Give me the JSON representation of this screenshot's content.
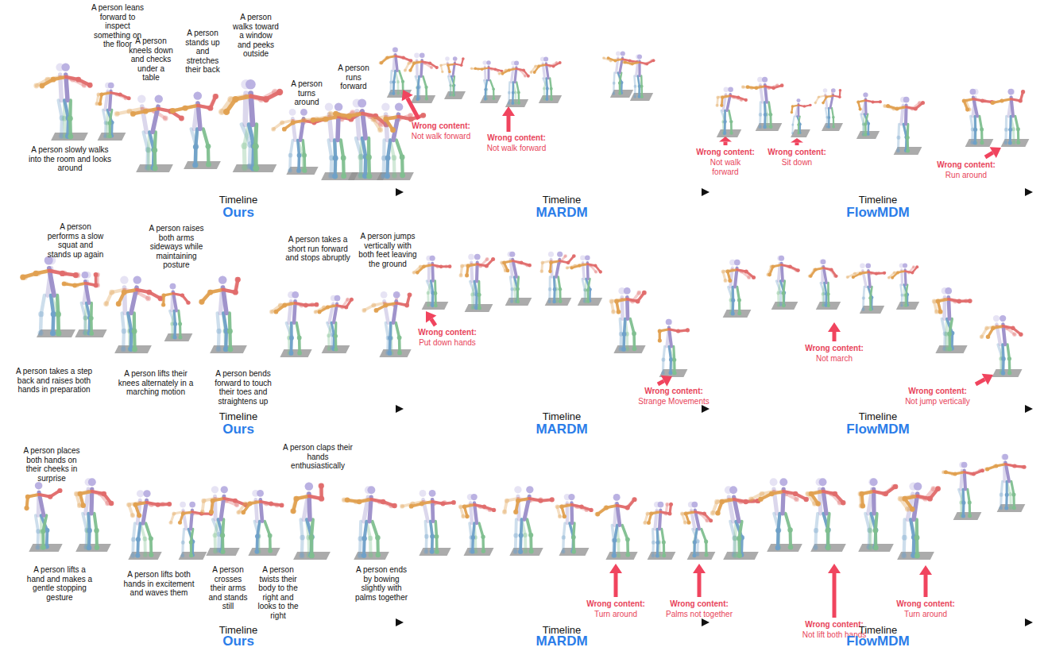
{
  "diagram": {
    "labels": [
      "A person leans forward to inspect something on the floor",
      "A person kneels down and checks under a table",
      "A person stands up and stretches their back",
      "A person walks toward a window and peeks outside",
      "A person turns around",
      "A person runs forward",
      "A person slowly walks into the room and looks around",
      "Wrong content:",
      "Not walk forward",
      "Wrong content:",
      "Not walk forward",
      "Wrong content:",
      "Not walk forward",
      "Wrong content:",
      "Sit down",
      "Wrong content:",
      "Run around",
      "Timeline",
      "Ours",
      "Timeline",
      "MARDM",
      "Timeline",
      "FlowMDM",
      "A person performs a slow squat and stands up again",
      "A person raises both arms sideways while maintaining posture",
      "A person takes a short run forward and stops abruptly",
      "A person jumps vertically with both feet leaving the ground",
      "A person takes a step back and raises both hands in preparation",
      "A person lifts their knees alternately in a marching motion",
      "A person bends forward to touch their toes and straightens up",
      "Wrong content:",
      "Put down hands",
      "Wrong content:",
      "Strange Movements",
      "Wrong content:",
      "Not march",
      "Wrong content:",
      "Not jump vertically",
      "Timeline",
      "Ours",
      "Timeline",
      "MARDM",
      "Timeline",
      "FlowMDM",
      "A person places both hands on their cheeks in surprise",
      "A person claps their hands enthusiastically",
      "A person lifts a hand and makes a gentle stopping gesture",
      "A person lifts both hands in excitement and waves them",
      "A person crosses their arms and stands still",
      "A person twists their body to the right and looks to the right",
      "A person ends by bowing slightly with palms together",
      "Wrong content:",
      "Turn around",
      "Wrong content:",
      "Palms not together",
      "Wrong content:",
      "Not lift both hands",
      "Wrong content:",
      "Turn around",
      "Timeline",
      "Ours",
      "Timeline",
      "MARDM",
      "Timeline",
      "FlowMDM"
    ]
  }
}
